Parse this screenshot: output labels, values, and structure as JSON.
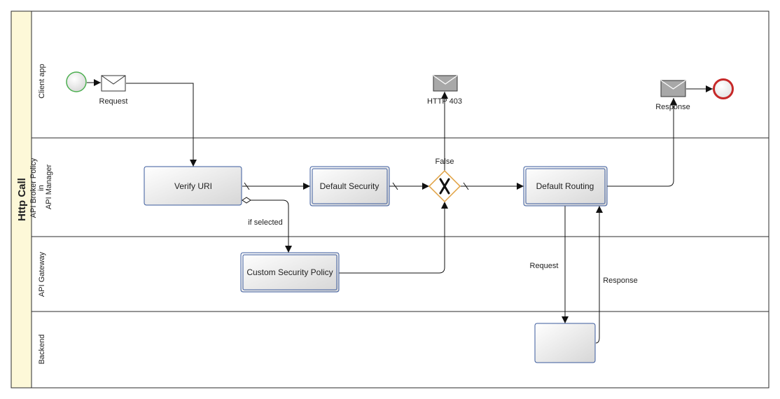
{
  "pool": {
    "label": "Http Call",
    "colors": {
      "header_fill": "#fdf8d8",
      "border": "#2b2b2b"
    }
  },
  "lanes": [
    {
      "id": "client",
      "label": "Client app"
    },
    {
      "id": "broker",
      "label_lines": [
        "API Broker Policy",
        "in",
        "API Manager"
      ]
    },
    {
      "id": "gateway",
      "label": "API Gateway"
    },
    {
      "id": "backend",
      "label": "Backend"
    }
  ],
  "tasks": {
    "verify_uri": "Verify URI",
    "default_security": "Default Security",
    "default_routing": "Default Routing",
    "custom_security_policy": "Custom Security Policy",
    "backend_task": ""
  },
  "messages": {
    "request": "Request",
    "http_403": "HTTP 403",
    "response": "Response"
  },
  "flow_labels": {
    "false": "False",
    "if_selected": "if selected",
    "backend_request": "Request",
    "backend_response": "Response"
  },
  "icons": {
    "start_event": "start-event-circle",
    "end_event": "end-event-circle",
    "message": "envelope-icon",
    "gateway": "exclusive-gateway-x-icon",
    "default_flow_marker": "slash-marker",
    "conditional_flow_marker": "diamond-marker"
  },
  "colors": {
    "task_border": "#3a5a9c",
    "task_fill_top": "#ffffff",
    "task_fill_bottom": "#dcdcdc",
    "start_event_stroke": "#4caf50",
    "end_event_stroke": "#c62828",
    "gateway_stroke": "#e0a040",
    "filled_envelope": "#a8a8a8",
    "flow_line": "#111111"
  }
}
